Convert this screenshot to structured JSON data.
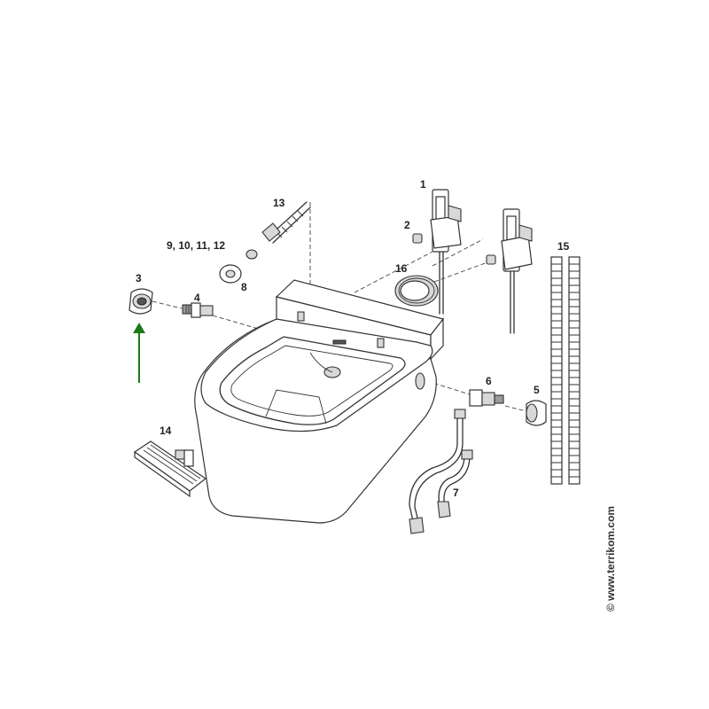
{
  "labels": {
    "p1": "1",
    "p2": "2",
    "p3": "3",
    "p4": "4",
    "p5": "5",
    "p6": "6",
    "p7": "7",
    "p8": "8",
    "p9_12": "9, 10, 11, 12",
    "p13": "13",
    "p14": "14",
    "p15": "15",
    "p16": "16"
  },
  "copyright": "© www.terrikom.com",
  "colors": {
    "line": "#333333",
    "arrow": "#1a7a1a",
    "metal": "#9a9a9a"
  }
}
